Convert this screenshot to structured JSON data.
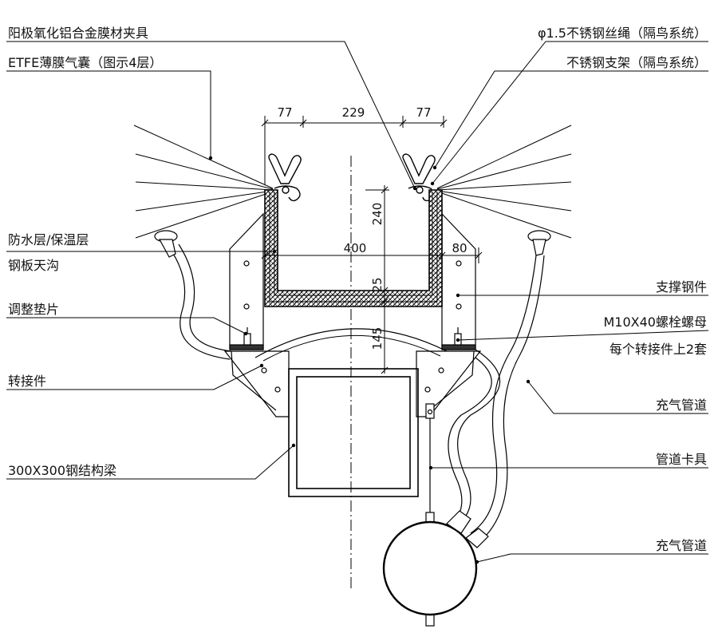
{
  "labels_left": [
    "阳极氧化铝合金膜材夹具",
    "ETFE薄膜气囊（图示4层）",
    "防水层/保温层",
    "钢板天沟",
    "调整垫片",
    "转接件",
    "300X300钢结构梁"
  ],
  "labels_right": [
    "φ1.5不锈钢丝绳（隔鸟系统）",
    "不锈钢支架（隔鸟系统）",
    "支撑钢件",
    "M10X40螺栓螺母",
    "每个转接件上2套",
    "充气管道",
    "管道卡具",
    "充气管道"
  ],
  "dimensions": {
    "top_left": "77",
    "top_mid": "229",
    "top_right": "77",
    "depth": "240",
    "width": "400",
    "side": "80",
    "floor": "25",
    "lower": "145"
  },
  "colors": {
    "line": "#000000",
    "fill_dark": "#333333"
  }
}
